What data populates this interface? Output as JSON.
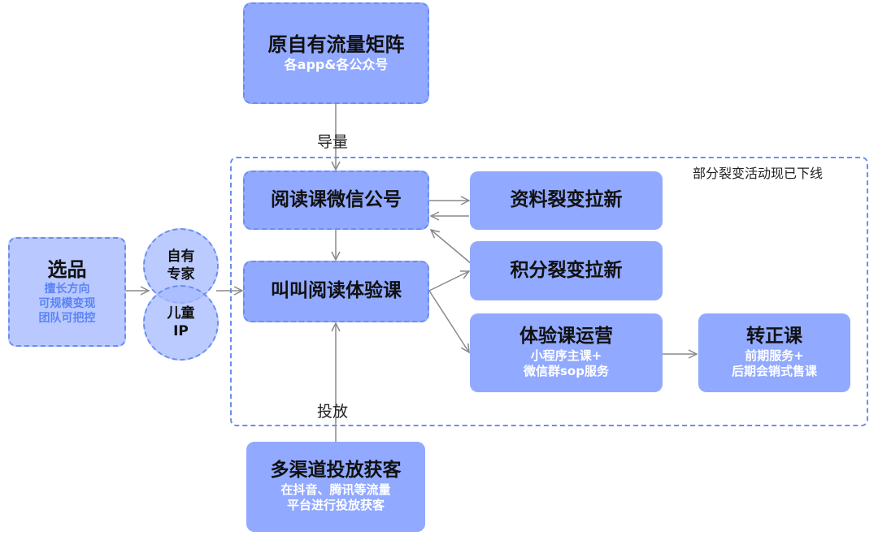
{
  "nodes": {
    "traffic_matrix": {
      "title": "原自有流量矩阵",
      "sub": "各app&各公众号"
    },
    "selection": {
      "title": "选品",
      "lines": [
        "擅长方向",
        "可规模变现",
        "团队可把控"
      ]
    },
    "expert": {
      "text": [
        "自有",
        "专家"
      ]
    },
    "kids_ip": {
      "text": [
        "儿童",
        "IP"
      ]
    },
    "wechat_account": {
      "title": "阅读课微信公号"
    },
    "trial_course": {
      "title": "叫叫阅读体验课"
    },
    "material_fission": {
      "title": "资料裂变拉新"
    },
    "points_fission": {
      "title": "积分裂变拉新"
    },
    "trial_ops": {
      "title": "体验课运营",
      "lines": [
        "小程序主课+",
        "微信群sop服务"
      ]
    },
    "regular_course": {
      "title": "转正课",
      "lines": [
        "前期服务+",
        "后期会销式售课"
      ]
    },
    "multi_channel": {
      "title": "多渠道投放获客",
      "lines": [
        "在抖音、腾讯等流量",
        "平台进行投放获客"
      ]
    }
  },
  "edge_labels": {
    "traffic_guide": "导量",
    "ad_placement": "投放"
  },
  "group": {
    "note": "部分裂变活动现已下线"
  },
  "colors": {
    "node_fill": "#91a9ff",
    "border_dash": "#6b8ef0",
    "sub_blue": "#5c84f5",
    "arrow": "#8a8a8a"
  }
}
